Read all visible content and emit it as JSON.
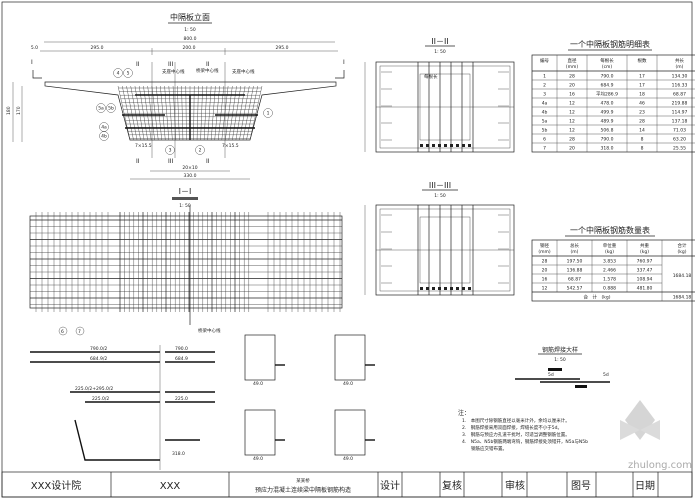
{
  "elevation": {
    "title": "中隔板立面",
    "scale": "1: 50",
    "dims": {
      "total": "800.0",
      "left": "295.0",
      "mid": "200.0",
      "right": "295.0",
      "edge": "5.0",
      "height1": "180",
      "height2": "170",
      "bottom1": "7×15.5",
      "bottom2": "7×15.5",
      "span1": "20×10",
      "span2": "330.0"
    },
    "labels": {
      "support_left": "支座中心线",
      "center": "桥梁中心线",
      "support_right": "支座中心线"
    },
    "section_marks": [
      "I",
      "II",
      "III"
    ],
    "callouts": [
      "4",
      "5",
      "5a",
      "5b",
      "4a",
      "4b",
      "3",
      "2",
      "1"
    ]
  },
  "plan": {
    "title": "I－I",
    "scale": "1: 50",
    "label": "桥梁中心线",
    "callouts": [
      "6",
      "7"
    ]
  },
  "section2": {
    "title": "II－II",
    "scale": "1: 50",
    "label": "每根长"
  },
  "section3": {
    "title": "III－III",
    "scale": "1: 50"
  },
  "table1": {
    "title": "一个中隔板钢筋明细表",
    "headers": [
      "编号",
      "直径\n(mm)",
      "每根长\n(cm)",
      "根数",
      "共长\n(m)"
    ],
    "rows": [
      [
        "1",
        "28",
        "790.0",
        "17",
        "134.30"
      ],
      [
        "2",
        "20",
        "684.9",
        "17",
        "116.33"
      ],
      [
        "3",
        "16",
        "平均286.9",
        "18",
        "68.87"
      ],
      [
        "4a",
        "12",
        "478.0",
        "46",
        "219.88"
      ],
      [
        "4b",
        "12",
        "499.9",
        "23",
        "114.97"
      ],
      [
        "5a",
        "12",
        "489.9",
        "28",
        "137.18"
      ],
      [
        "5b",
        "12",
        "506.8",
        "14",
        "71.03"
      ],
      [
        "6",
        "28",
        "790.0",
        "8",
        "63.20"
      ],
      [
        "7",
        "20",
        "318.0",
        "8",
        "25.55"
      ]
    ]
  },
  "table2": {
    "title": "一个中隔板钢筋数量表",
    "headers": [
      "钢径\n(mm)",
      "总长\n(m)",
      "单位重\n(kg)",
      "共重\n(kg)",
      "合计\n(kg)"
    ],
    "rows": [
      [
        "28",
        "197.50",
        "3.853",
        "760.97"
      ],
      [
        "20",
        "136.88",
        "2.466",
        "337.47"
      ],
      [
        "16",
        "68.87",
        "1.578",
        "108.94"
      ],
      [
        "12",
        "542.57",
        "0.888",
        "481.80"
      ]
    ],
    "subtotal": "1684.18",
    "total_label": "合　计　(kg)",
    "total": "1684.18"
  },
  "weld_detail": {
    "title": "钢筋焊接大样",
    "scale": "1: 50",
    "d1": "5d",
    "d2": "5d"
  },
  "bar_details": {
    "dims": [
      "790.0/2",
      "790.0",
      "684.9/2",
      "684.9",
      "225.0/2+295.0/2",
      "225.0/2",
      "225.0",
      "318.0",
      "49.0",
      "49.0",
      "49.0",
      "49.0"
    ]
  },
  "notes": {
    "heading": "注：",
    "items": [
      "1.　本图尺寸除钢筋直径以毫米计外，余均以厘米计。",
      "2.　钢筋焊接采用双面焊接，焊缝长度不小于5d。",
      "3.　钢筋与预应力孔道干扰时，可适当调整钢筋位置。",
      "4.　N5a、N5b钢筋两端弯钩，钢筋焊接处须错开，N5a与N5b\n　　钢筋应交错布置。"
    ]
  },
  "title_block": {
    "org": "XXX设计院",
    "project": "XXX",
    "drawing_line1": "某某桥",
    "drawing_line2": "预应力混凝土连续梁中隔板钢筋构造",
    "design": "设计",
    "check": "复核",
    "review": "审核",
    "drawing_no": "图号",
    "date": "日期"
  },
  "watermark": "zhulong.com"
}
